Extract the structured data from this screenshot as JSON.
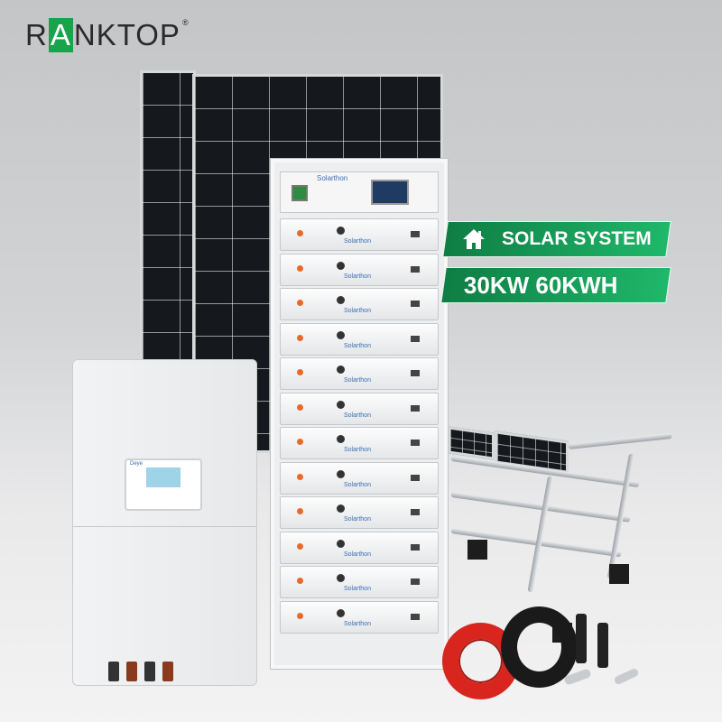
{
  "brand": {
    "logo_prefix": "R",
    "logo_highlight": "A",
    "logo_suffix": "NKTOP",
    "registered": "®",
    "accent": "#1aa34a"
  },
  "banners": [
    {
      "icon": "house-icon",
      "label": "SOLAR SYSTEM"
    },
    {
      "label": "30KW 60KWH"
    }
  ],
  "battery": {
    "brand": "Solarthon",
    "modules": 12
  },
  "inverter": {
    "brand": "Deye"
  },
  "colors": {
    "banner_start": "#0f7d44",
    "banner_end": "#1fb86a",
    "cable_red": "#d8261f",
    "cable_black": "#1a1a1a"
  }
}
